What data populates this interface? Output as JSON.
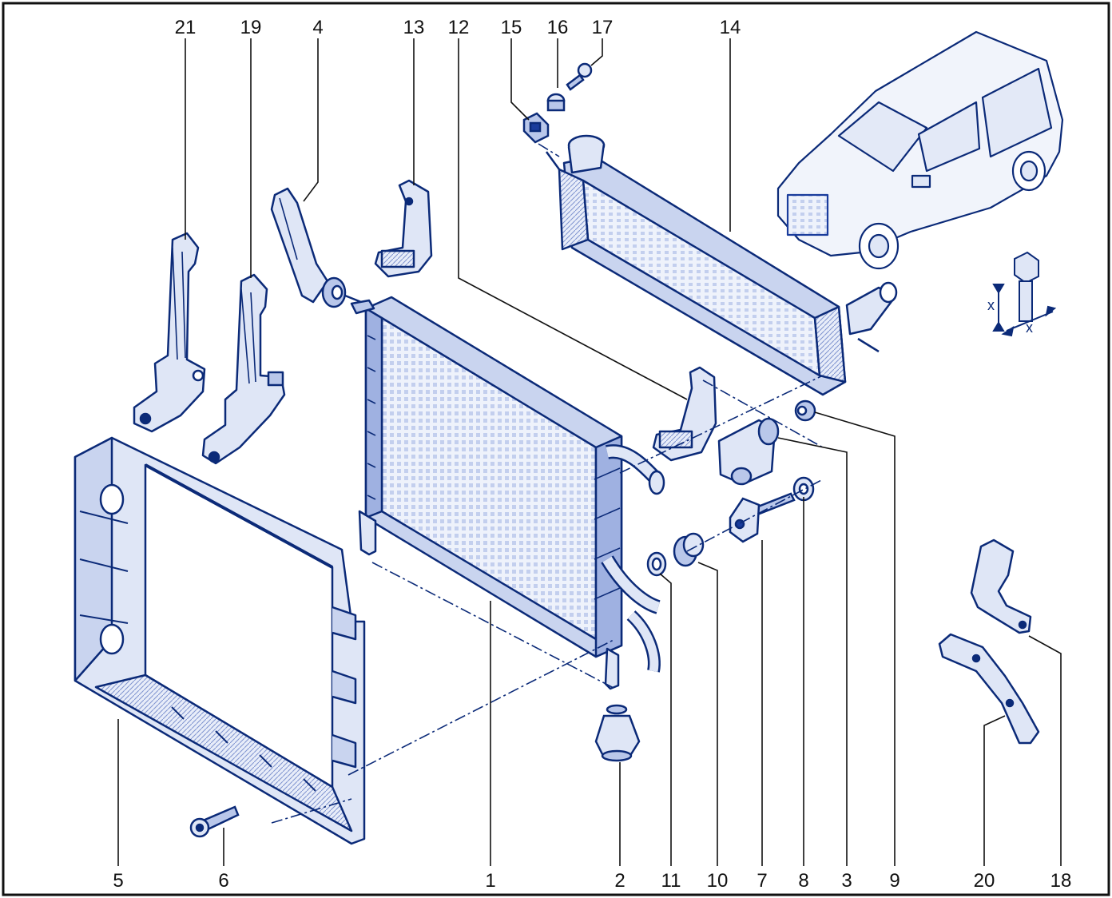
{
  "diagram": {
    "colors": {
      "line": "#0b2a78",
      "fill_light": "#dfe6f6",
      "fill_mid": "#b9c7ea",
      "fill_dark": "#1a3c9c",
      "frame": "#111111"
    },
    "callouts": {
      "top": {
        "n21": "21",
        "n19": "19",
        "n4": "4",
        "n13": "13",
        "n12": "12",
        "n15": "15",
        "n16": "16",
        "n17": "17",
        "n14": "14"
      },
      "bottom": {
        "n5": "5",
        "n6": "6",
        "n1": "1",
        "n2": "2",
        "n11": "11",
        "n10": "10",
        "n7": "7",
        "n8": "8",
        "n3": "3",
        "n9": "9",
        "n20": "20",
        "n18": "18"
      }
    },
    "bolt_detail": {
      "dim_vertical": "x",
      "dim_horizontal": "x"
    }
  }
}
